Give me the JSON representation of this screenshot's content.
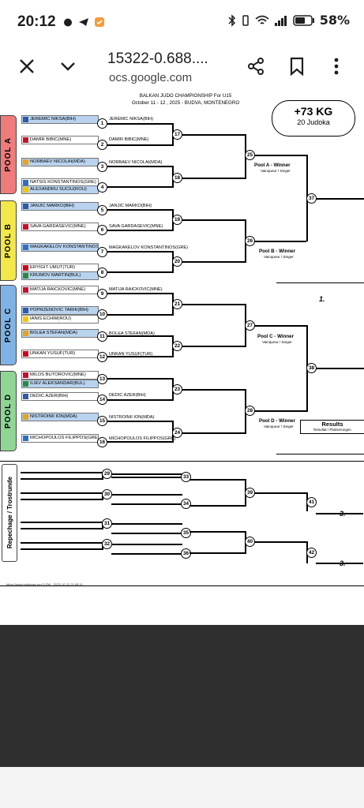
{
  "status": {
    "time": "20:12",
    "battery": "58%"
  },
  "browser": {
    "title": "15322-0.688....",
    "domain": "ocs.google.com"
  },
  "doc": {
    "title": "BALKAN JUDO CHAMPIONSHIP For U15",
    "date_place": "October 11 - 12 , 2025 - BUDVA, MONTENEGRO",
    "weight_class": "+73 KG",
    "count": "20 Judoka",
    "pools": [
      "POOL A",
      "POOL B",
      "POOL C",
      "POOL D"
    ],
    "repechage": "Repechage / Trostrunde",
    "athletes": [
      {
        "name": "JEREMIC NIKSA(BIH)",
        "flag": "#2e5aa8",
        "num": "1",
        "adv": "JEREMIC NIKSA(BIH)"
      },
      {
        "name": "DAMIR BIBIC(MNE)",
        "flag": "#c8102e",
        "num": "2",
        "adv": "DAMIR BIBIC(MNE)"
      },
      {
        "name": "NORBAEV NICOLAI(MDA)",
        "flag": "#e8a317",
        "num": "3",
        "adv": "NORBAEV NICOLAI(MDA)"
      },
      {
        "name": "NATSIS KONSTANTINOS(GRE)",
        "flag": "#2f6fbf",
        "num": "4",
        "adv": ""
      },
      {
        "name": "ALEXANDRU SUCIU(ROU)",
        "flag": "#f2c500",
        "num": "",
        "adv": ""
      },
      {
        "name": "JANJIC MARKO(BIH)",
        "flag": "#2e5aa8",
        "num": "5",
        "adv": "JANJIC MARKO(BIH)"
      },
      {
        "name": "SAVA GARDASEVIC(MNE)",
        "flag": "#c8102e",
        "num": "6",
        "adv": "SAVA GARDASEVIC(MNE)"
      },
      {
        "name": "MAGKAKELOV KONSTANTINOS(GRE)",
        "flag": "#2f6fbf",
        "num": "7",
        "adv": "MAGKAKELOV KONSTANTINOS(GRE)"
      },
      {
        "name": "ERYIGIT UMUT(TUR)",
        "flag": "#d0021b",
        "num": "8",
        "adv": ""
      },
      {
        "name": "KRUMOV MARTIN(BUL)",
        "flag": "#2b8a3e",
        "num": "",
        "adv": ""
      },
      {
        "name": "MATIJA RAICKOVIC(MNE)",
        "flag": "#c8102e",
        "num": "9",
        "adv": "MATIJA RAICKOVIC(MNE)"
      },
      {
        "name": "POPRZENOVIC TARIK(BIH)",
        "flag": "#2e5aa8",
        "num": "10",
        "adv": ""
      },
      {
        "name": "IANIS ECHIM(ROU)",
        "flag": "#f2c500",
        "num": "",
        "adv": ""
      },
      {
        "name": "BOLEA STEFAN(MDA)",
        "flag": "#e8a317",
        "num": "11",
        "adv": "BOLEA STEFAN(MDA)"
      },
      {
        "name": "UNKAN YUSUF(TUR)",
        "flag": "#d0021b",
        "num": "12",
        "adv": "UNKAN YUSUF(TUR)"
      },
      {
        "name": "MILOS BUTOROVIC(MNE)",
        "flag": "#c8102e",
        "num": "13",
        "adv": ""
      },
      {
        "name": "ILIEV ALEKSANDAR(BUL)",
        "flag": "#2b8a3e",
        "num": "14",
        "adv": ""
      },
      {
        "name": "DEDIC AZER(BIH)",
        "flag": "#2e5aa8",
        "num": "",
        "adv": "DEDIC AZER(BIH)"
      },
      {
        "name": "NISTROINII ION(MDA)",
        "flag": "#e8a317",
        "num": "15",
        "adv": "NISTROINII ION(MDA)"
      },
      {
        "name": "MICHOPOULOS FILIPPOS(GRE)",
        "flag": "#2f6fbf",
        "num": "16",
        "adv": "MICHOPOULOS FILIPPOS(GRE)"
      }
    ],
    "nodes": [
      "17",
      "18",
      "19",
      "20",
      "21",
      "22",
      "23",
      "24",
      "25",
      "26",
      "27",
      "28",
      "37",
      "38",
      "29",
      "30",
      "31",
      "32",
      "33",
      "34",
      "35",
      "36",
      "39",
      "40",
      "41",
      "42"
    ],
    "winners": [
      {
        "label": "Pool A - Winner",
        "sub": "Vainqueur / Sieger"
      },
      {
        "label": "Pool B - Winner",
        "sub": "Vainqueur / Sieger"
      },
      {
        "label": "Pool C - Winner",
        "sub": "Vainqueur / Sieger"
      },
      {
        "label": "Pool D - Winner",
        "sub": "Vainqueur / Sieger"
      }
    ],
    "results": {
      "title": "Results",
      "sub": "Resultat / Platzierungen"
    },
    "places": [
      "1.",
      "3.",
      "3."
    ],
    "footer": "https://www.judobase.org  D.SW - 2025-10-12 21:08:11"
  }
}
